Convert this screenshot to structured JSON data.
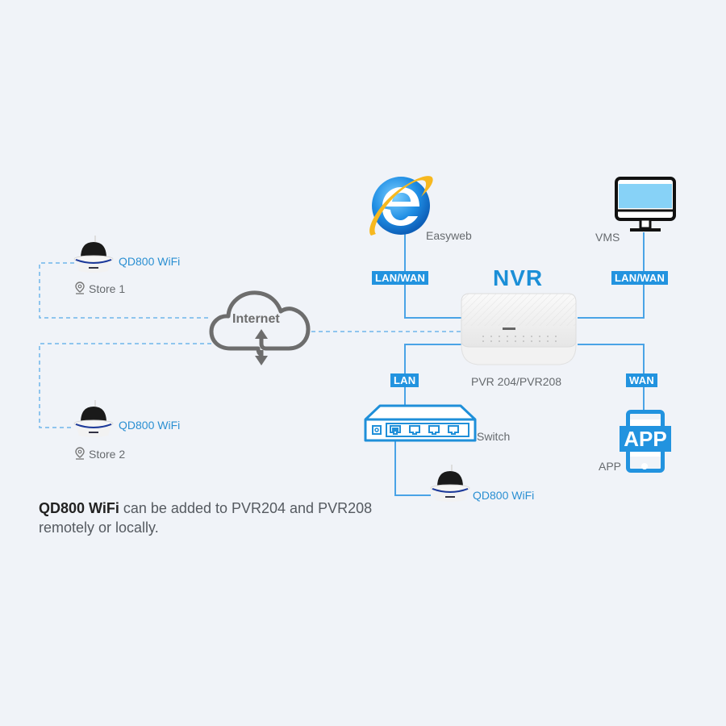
{
  "colors": {
    "background": "#f0f3f8",
    "accent_blue": "#2293df",
    "line_blue": "#4aa3e6",
    "dashed_blue": "#6fb6ea",
    "label_gray": "#666a6e",
    "icon_gray": "#6d6d6d"
  },
  "remote_sites": [
    {
      "camera_label": "QD800 WiFi",
      "location_label": "Store 1",
      "camera_icon": "dome-camera-icon",
      "location_icon": "map-pin-icon"
    },
    {
      "camera_label": "QD800 WiFi",
      "location_label": "Store 2",
      "camera_icon": "dome-camera-icon",
      "location_icon": "map-pin-icon"
    }
  ],
  "internet": {
    "label": "Internet",
    "icon": "cloud-icon"
  },
  "nvr": {
    "title": "NVR",
    "model_label": "PVR 204/PVR208",
    "icon": "nvr-device-icon"
  },
  "easyweb": {
    "label": "Easyweb",
    "icon": "internet-explorer-icon",
    "link_tag": "LAN/WAN"
  },
  "vms": {
    "label": "VMS",
    "icon": "monitor-icon",
    "link_tag": "LAN/WAN"
  },
  "switch": {
    "label": "Switch",
    "icon": "network-switch-icon",
    "link_tag": "LAN"
  },
  "app": {
    "label": "APP",
    "icon_text": "APP",
    "icon": "smartphone-app-icon",
    "link_tag": "WAN"
  },
  "local_camera": {
    "label": "QD800 WiFi",
    "icon": "dome-camera-icon"
  },
  "caption": {
    "bold": "QD800 WiFi",
    "rest_line1": " can be added  to PVR204 and PVR208",
    "line2": "remotely or locally."
  }
}
